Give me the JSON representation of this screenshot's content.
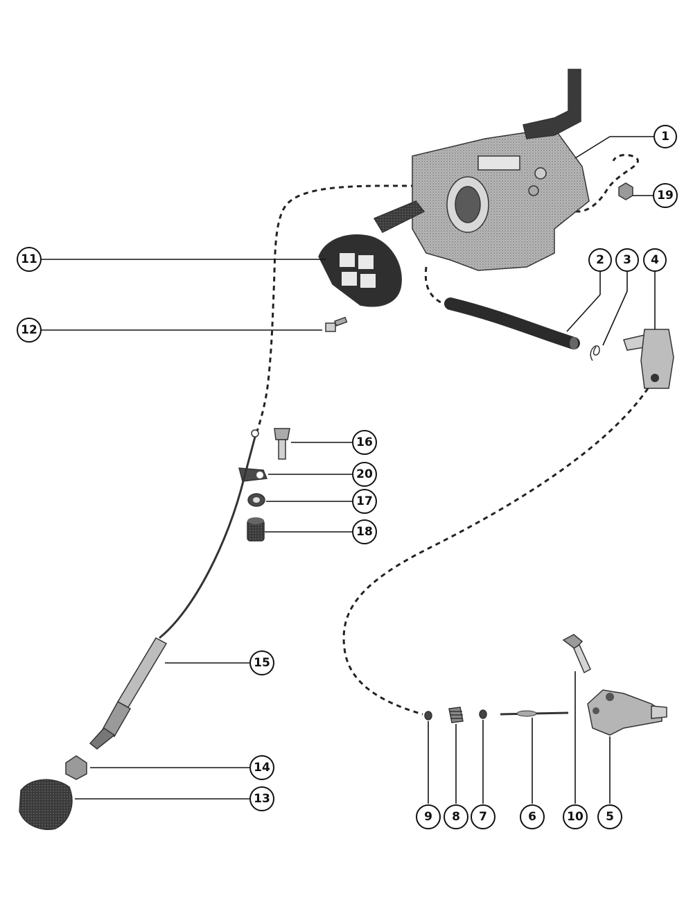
{
  "callouts": [
    {
      "id": "1",
      "label": "1"
    },
    {
      "id": "2",
      "label": "2"
    },
    {
      "id": "3",
      "label": "3"
    },
    {
      "id": "4",
      "label": "4"
    },
    {
      "id": "5",
      "label": "5"
    },
    {
      "id": "6",
      "label": "6"
    },
    {
      "id": "7",
      "label": "7"
    },
    {
      "id": "8",
      "label": "8"
    },
    {
      "id": "9",
      "label": "9"
    },
    {
      "id": "10",
      "label": "10"
    },
    {
      "id": "11",
      "label": "11"
    },
    {
      "id": "12",
      "label": "12"
    },
    {
      "id": "13",
      "label": "13"
    },
    {
      "id": "14",
      "label": "14"
    },
    {
      "id": "15",
      "label": "15"
    },
    {
      "id": "16",
      "label": "16"
    },
    {
      "id": "17",
      "label": "17"
    },
    {
      "id": "18",
      "label": "18"
    },
    {
      "id": "19",
      "label": "19"
    },
    {
      "id": "20",
      "label": "20"
    }
  ],
  "colors": {
    "ink": "#111111",
    "part_gray": "#9a9a9a",
    "part_dark": "#3a3a3a"
  }
}
